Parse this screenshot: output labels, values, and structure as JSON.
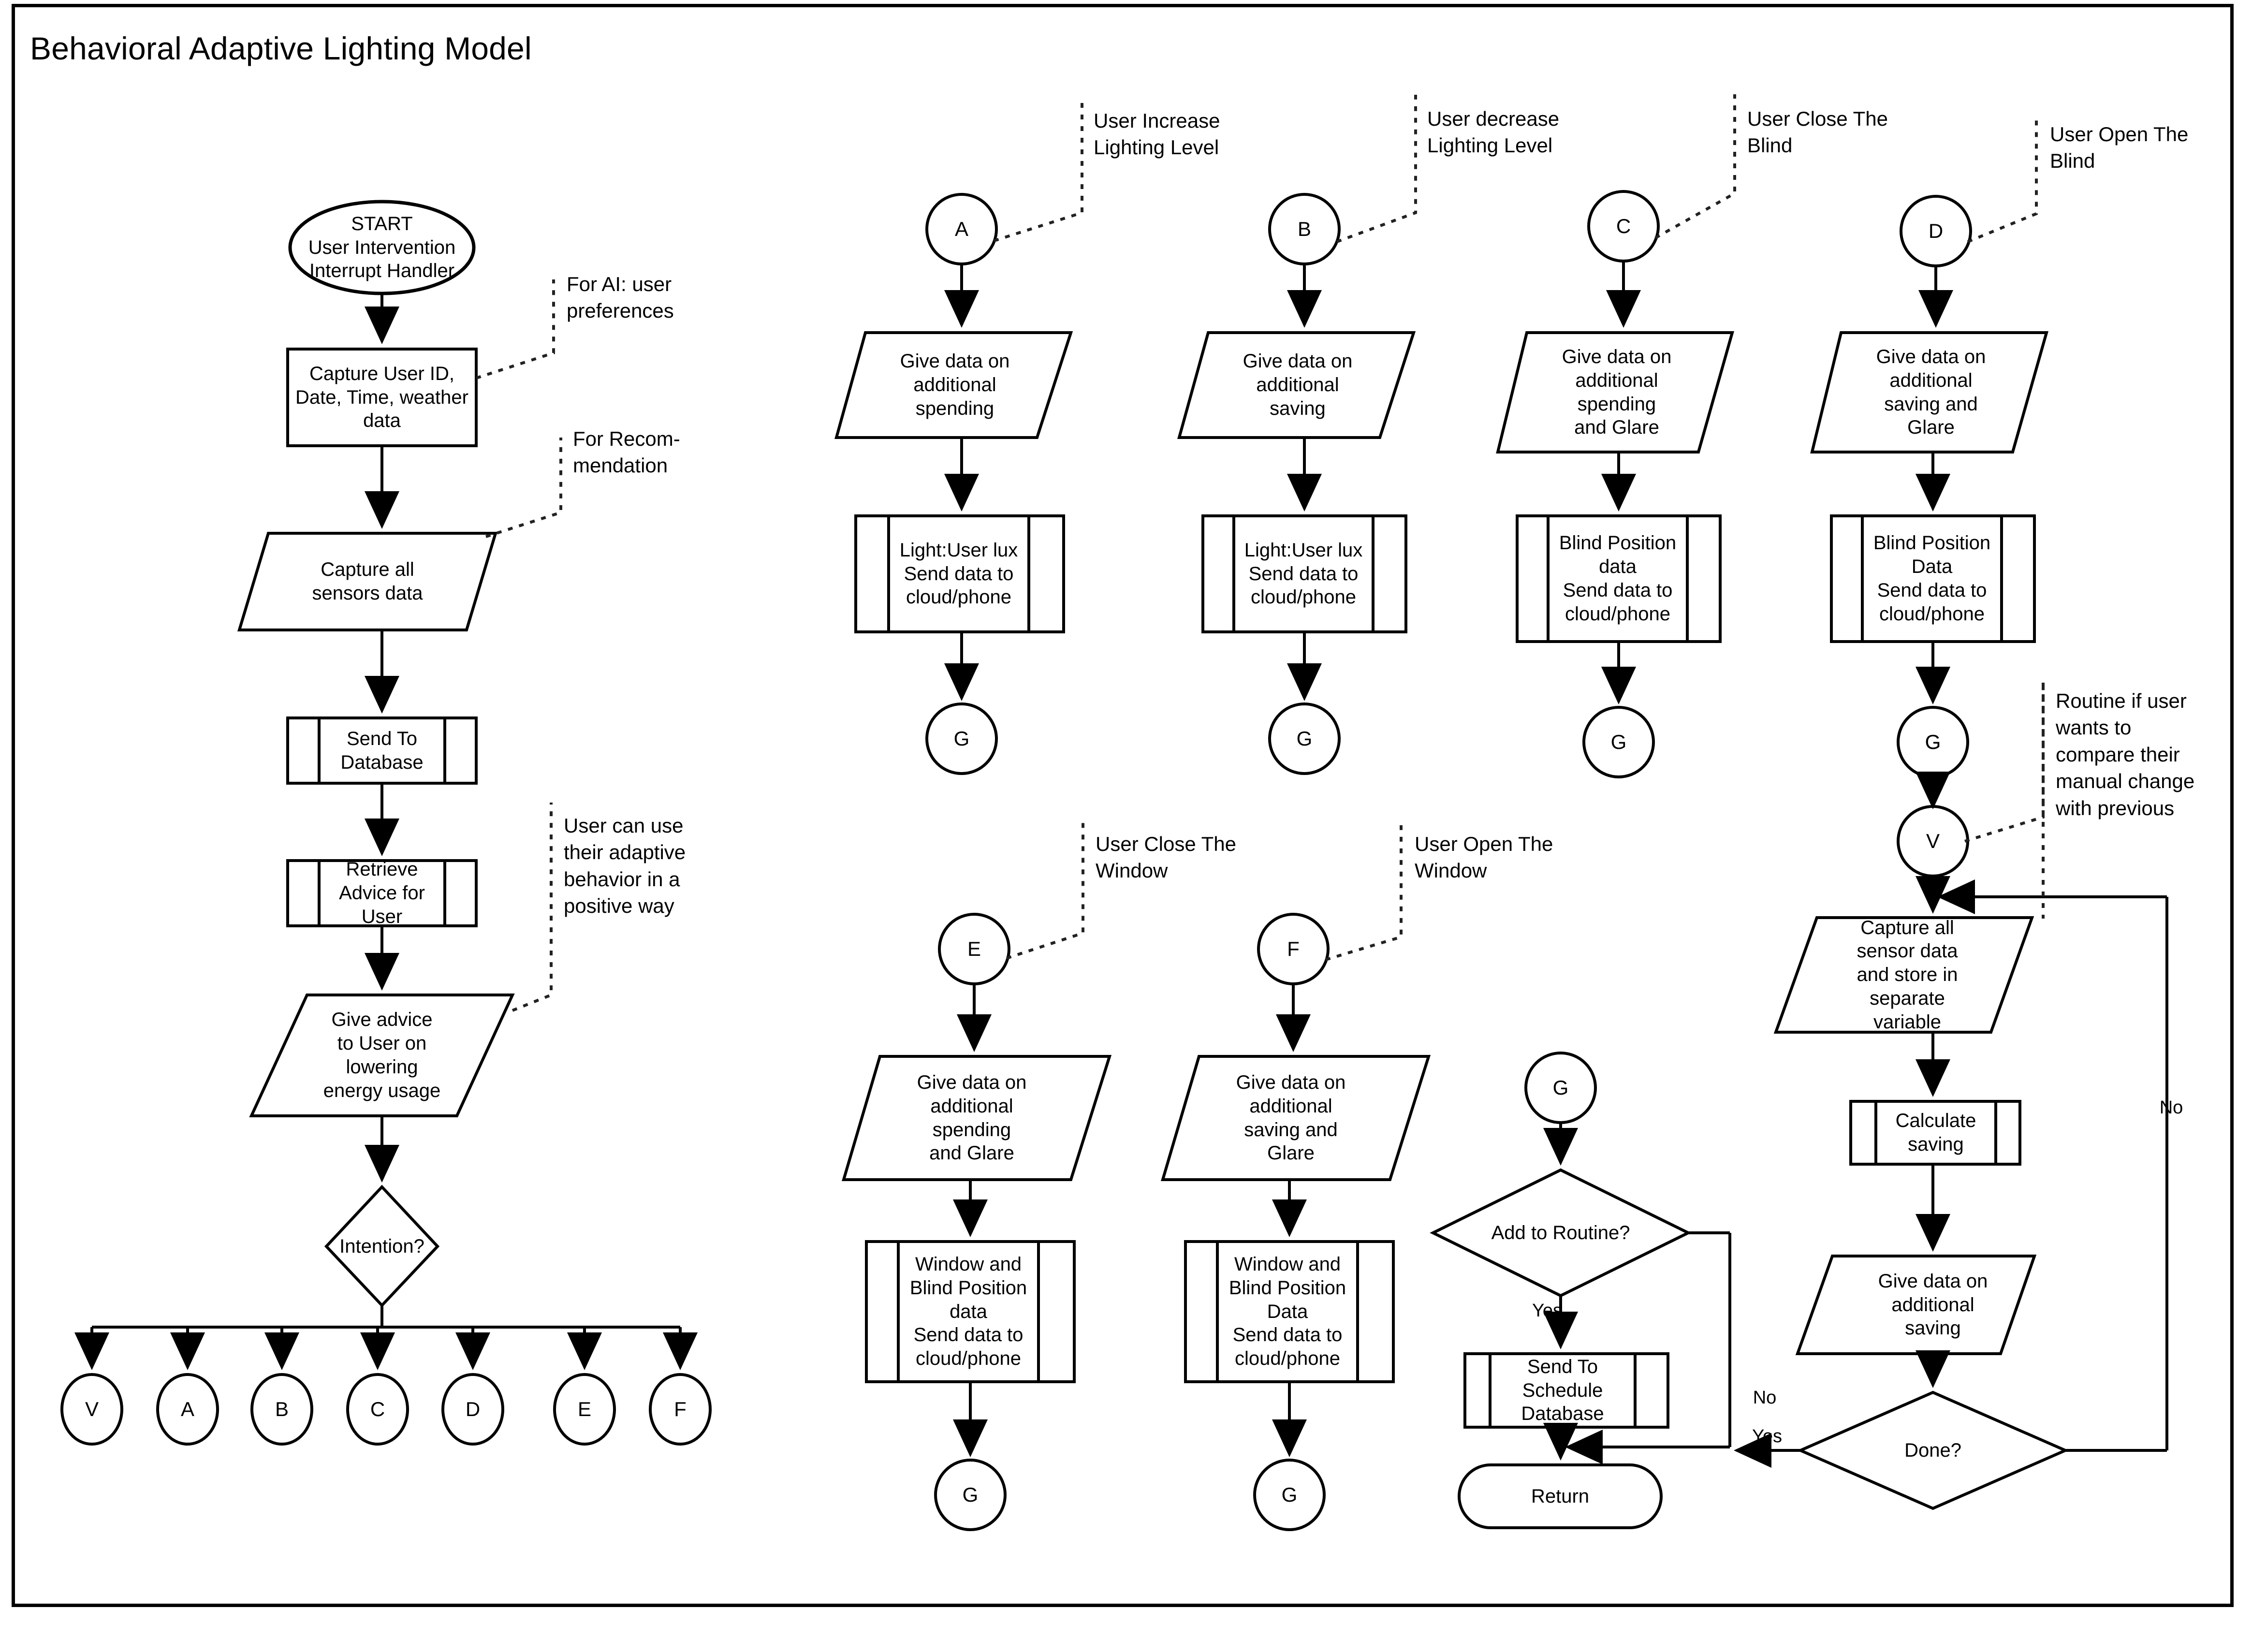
{
  "title": "Behavioral Adaptive Lighting Model",
  "main_flow": {
    "start": "START\nUser Intervention\nInterrupt Handler",
    "capture_user": "Capture User ID,\nDate, Time, weather\ndata",
    "capture_sensors": "Capture all\nsensors data",
    "send_db": "Send To\nDatabase",
    "retrieve_advice": "Retrieve\nAdvice for User",
    "give_advice": "Give advice\nto User on\nlowering\nenergy usage",
    "intention": "Intention?",
    "connectors": [
      "V",
      "A",
      "B",
      "C",
      "D",
      "E",
      "F"
    ]
  },
  "notes": [
    {
      "id": "note-ai",
      "text": "For AI: user\npreferences"
    },
    {
      "id": "note-recommendation",
      "text": "For Recom-\nmendation"
    },
    {
      "id": "note-adaptive",
      "text": "User can use\ntheir adaptive\nbehavior in a\npositive way"
    },
    {
      "id": "note-increase-light",
      "text": "User Increase\nLighting Level"
    },
    {
      "id": "note-decrease-light",
      "text": "User decrease\nLighting Level"
    },
    {
      "id": "note-close-blind",
      "text": "User Close The\nBlind"
    },
    {
      "id": "note-open-blind",
      "text": "User Open The\nBlind"
    },
    {
      "id": "note-close-window",
      "text": "User Close The\nWindow"
    },
    {
      "id": "note-open-window",
      "text": "User Open The\nWindow"
    },
    {
      "id": "note-routine",
      "text": "Routine if user\nwants to\ncompare their\nmanual change\nwith previous"
    }
  ],
  "branches": [
    {
      "key": "A",
      "connector": "A",
      "data_shape": "Give data on\nadditional\nspending",
      "process": "Light:User lux\nSend data to\ncloud/phone",
      "terminator": "G"
    },
    {
      "key": "B",
      "connector": "B",
      "data_shape": "Give data on\nadditional\nsaving",
      "process": "Light:User lux\nSend data to\ncloud/phone",
      "terminator": "G"
    },
    {
      "key": "C",
      "connector": "C",
      "data_shape": "Give data on\nadditional\nspending\nand Glare",
      "process": "Blind Position\ndata\nSend data to\ncloud/phone",
      "terminator": "G"
    },
    {
      "key": "D",
      "connector": "D",
      "data_shape": "Give data on\nadditional\nsaving and\nGlare",
      "process": "Blind Position\nData\nSend data to\ncloud/phone",
      "terminator": "G"
    },
    {
      "key": "E",
      "connector": "E",
      "data_shape": "Give data on\nadditional\nspending\nand Glare",
      "process": "Window and\nBlind Position\ndata\nSend data to\ncloud/phone",
      "terminator": "G"
    },
    {
      "key": "F",
      "connector": "F",
      "data_shape": "Give data on\nadditional\nsaving and\nGlare",
      "process": "Window and\nBlind Position\nData\nSend data to\ncloud/phone",
      "terminator": "G"
    }
  ],
  "routine_g": {
    "connector": "G",
    "decision": "Add to Routine?",
    "yes_label": "Yes",
    "no_label": "No",
    "process": "Send To\nSchedule\nDatabase",
    "return": "Return",
    "join_yes_label": "Yes"
  },
  "routine_v": {
    "connector_g": "G",
    "connector_v": "V",
    "capture": "Capture all\nsensor data\nand store in\nseparate\nvariable",
    "calculate": "Calculate\nsaving",
    "give_data": "Give data on\nadditional\nsaving",
    "decision": "Done?",
    "no_label": "No",
    "yes_label": "Yes"
  }
}
